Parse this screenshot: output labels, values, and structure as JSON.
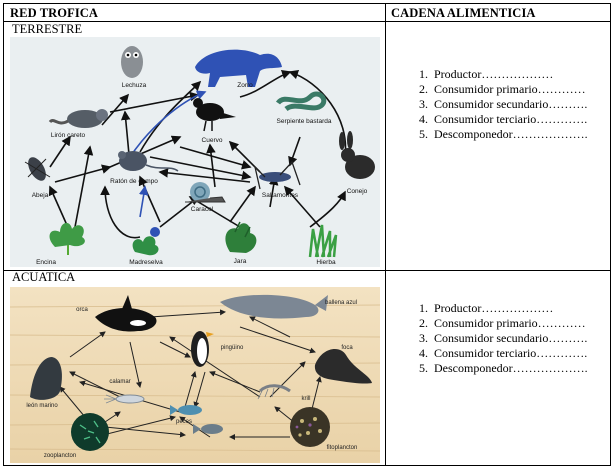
{
  "headers": {
    "left": "RED TROFICA",
    "right": "CADENA ALIMENTICIA"
  },
  "terrestre": {
    "title": "TERRESTRE",
    "labels": {
      "lechuza": "Lechuza",
      "zorro": "Zorro",
      "liron": "Lirón careto",
      "cuervo": "Cuervo",
      "serpiente": "Serpiente bastarda",
      "raton": "Ratón de campo",
      "abeja": "Abeja",
      "caracol": "Caracol",
      "saltamontes": "Saltamontes",
      "conejo": "Conejo",
      "encina": "Encina",
      "madreselva": "Madreselva",
      "jara": "Jara",
      "hierba": "Hierba"
    },
    "list": [
      {
        "num": "1.",
        "text": "Productor………………"
      },
      {
        "num": "2.",
        "text": "Consumidor primario…………"
      },
      {
        "num": "3.",
        "text": "Consumidor secundario………."
      },
      {
        "num": "4.",
        "text": "Consumidor terciario…………."
      },
      {
        "num": "5.",
        "text": "Descomponedor………………."
      }
    ]
  },
  "acuatica": {
    "title": "ACUATICA",
    "labels": {
      "orca": "orca",
      "ballena": "ballena azul",
      "pinguino": "pingüino",
      "foca": "foca",
      "calamar": "calamar",
      "leon": "león marino",
      "krill": "krill",
      "peces": "peces",
      "zooplancton": "zooplancton",
      "fitoplancton": "fitoplancton"
    },
    "list": [
      {
        "num": "1.",
        "text": "Productor………………"
      },
      {
        "num": "2.",
        "text": "Consumidor primario…………"
      },
      {
        "num": "3.",
        "text": "Consumidor secundario………."
      },
      {
        "num": "4.",
        "text": "Consumidor terciario…………."
      },
      {
        "num": "5.",
        "text": "Descomponedor………………."
      }
    ]
  },
  "colors": {
    "land_bg": "#e9eef0",
    "water_bg": "#f0dcb8",
    "fox_blue": "#2f52b5"
  }
}
